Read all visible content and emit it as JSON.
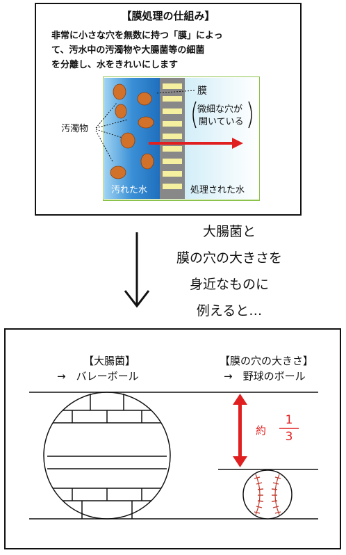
{
  "top": {
    "title": "【膜処理の仕組み】",
    "desc_lines": [
      "非常に小さな穴を無数に持つ「膜」によっ",
      "て、汚水中の汚濁物や大腸菌等の細菌",
      "を分離し、水をきれいにします"
    ],
    "label_membrane": "膜",
    "label_holes_1": "微細な穴が",
    "label_holes_2": "開いている",
    "label_pollutant": "汚濁物",
    "label_dirty": "汚れた水",
    "label_treated": "処理された水"
  },
  "caption": {
    "lines": [
      "大腸菌と",
      "膜の穴の大きさを",
      "身近なものに",
      "例えると…"
    ]
  },
  "bottom": {
    "ecoli_title": "【大腸菌】",
    "ecoli_analogy": "→　バレーボール",
    "hole_title": "【膜の穴の大きさ】",
    "hole_analogy": "→　野球のボール",
    "ratio_prefix": "約",
    "ratio_num": "1",
    "ratio_den": "3"
  },
  "colors": {
    "dirty_water": "#3a8fd6",
    "treated_water": "#e6f6fb",
    "membrane_border": "#8bc34a",
    "arrow": "#e02020",
    "particle": "#d2722a",
    "stitch": "#c0392b"
  }
}
